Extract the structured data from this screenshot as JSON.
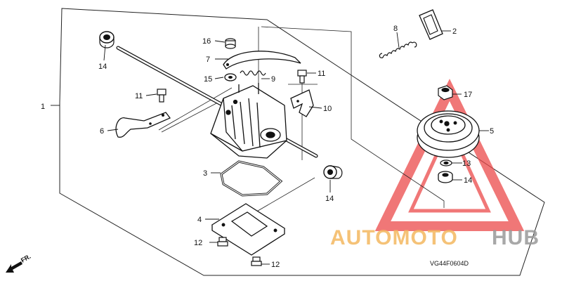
{
  "callouts": [
    "1",
    "2",
    "3",
    "4",
    "5",
    "6",
    "7",
    "8",
    "9",
    "10",
    "11",
    "12",
    "13",
    "14",
    "15",
    "16",
    "17"
  ],
  "repeat": {
    "p11b": "11",
    "p12b": "12",
    "p14b": "14",
    "p14c": "14"
  },
  "diagram_code": "VG44F0604D",
  "front_marker": "FR.",
  "watermark": {
    "text_a": "AUTOMOTO",
    "text_b": "HUB",
    "color_a": "#f4b860",
    "color_b": "#9a9a9a",
    "triangle_color": "#e83a3a"
  }
}
